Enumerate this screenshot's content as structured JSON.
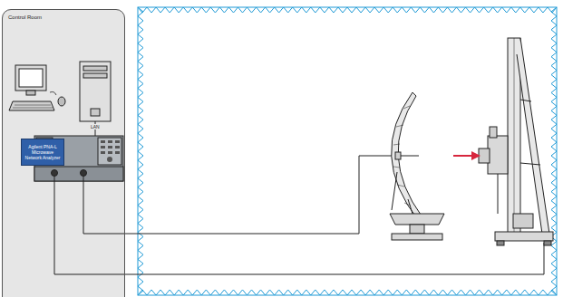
{
  "diagram": {
    "nodes": [
      {
        "text": [
          "Control Room"
        ]
      },
      {
        "text": [
          "Agilent PNA-L Microwave Network Analyzer"
        ],
        "in": 0
      }
    ],
    "labels": [
      "LAN"
    ]
  }
}
